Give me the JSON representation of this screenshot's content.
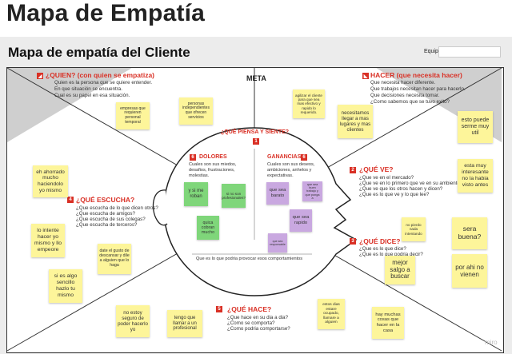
{
  "page_title": "Mapa de Empatía",
  "subtitle": "Mapa de empatía del Cliente",
  "equipo_label": "Equipo",
  "meta_label": "META",
  "watermark": "miro",
  "sections": {
    "quien": {
      "title": "¿QUIEN? (con quien se empatiza)",
      "lines": [
        "Quien es la persona que se quiere entender.",
        "En que situación se encuentra.",
        "Cual es su papel en esa situación."
      ]
    },
    "hacer_top": {
      "title": "HACER (que necesita hacer)",
      "lines": [
        "Que necesita hacer diferente.",
        "Que trabajos necesitan hacer para hacerlo.",
        "Que decisiones necesita tomar.",
        "¿Como sabemos que se tuvo exito?"
      ]
    },
    "piensa": {
      "title": "¿QUÉ PIENSA Y SIENTE?",
      "badge": "1"
    },
    "dolores": {
      "title": "DOLORES",
      "badge": "6",
      "lines": [
        "Cuales son sus miedos,",
        "desafios, frustraciones,",
        "molestias."
      ]
    },
    "ganancias": {
      "title": "GANANCIAS",
      "badge": "6",
      "lines": [
        "Cuales son sus deseos,",
        "ambiciones, anhelos y",
        "expectativas."
      ]
    },
    "ve": {
      "title": "¿QUÉ VE?",
      "badge": "2",
      "lines": [
        "¿Que ve en el mercado?",
        "¿Que ve en lo primero que ve en su ambiente?",
        "¿Que ve que los otros hacen y dicen?",
        "¿Que es lo que ve y lo que lee?"
      ]
    },
    "escucha": {
      "title": "¿QUÉ ESCUCHA?",
      "badge": "4",
      "lines": [
        "¿Que escucha de lo que dicen otros?",
        "¿Que escucha de amigos?",
        "¿Que escucha de sus colegas?",
        "¿Que escucha de terceros?"
      ]
    },
    "dice": {
      "title": "¿QUÉ DICE?",
      "badge": "3",
      "lines": [
        "¿Que es lo que dice?",
        "¿Que es lo que podria decir?"
      ]
    },
    "hace": {
      "title": "¿QUÉ HACE?",
      "badge": "5",
      "lines": [
        "¿Que hace en su dia a dia?",
        "¿Como se comporta?",
        "¿Como podria comportarse?"
      ]
    },
    "comportamientos": "Que es lo que podria provocar esos comportamientos"
  },
  "notes": {
    "n_empresas": "empresas que requieren personal temporal",
    "n_personas": "personas independientes que ofrecen servicios",
    "n_agilizar": "agilizar el cliente para que sea mas efectivo y rapido lo requerido.",
    "n_necesitamos": "necesitamos llegar a mas lugares y mas clientes",
    "n_esto_puede": "esto puede serme muy util",
    "n_esta_muy": "esta muy interesante no la habia visto antes",
    "n_ahorrado": "eh ahorrado mucho haciendolo yo mismo",
    "n_yo_intente": "lo intente hacer yo mismo y llo empeore",
    "n_date": "date el gusto de descansar y dile a alguien que lo haga",
    "n_si_es": "si es algo sencillo hazlo tu mismo",
    "n_y_si_me": "y si me roban",
    "n_si_no": "si no son profesionales?",
    "n_quica": "quica cobran mucho",
    "n_que_sea": "que sea barato",
    "n_que_sea_buen": "que sea buen trabajo y que ponga a",
    "n_rapido": "que sea rapido",
    "n_purple_small": "que sea responsable",
    "n_no_pierdo": "no pierdo nada intentando",
    "n_sera_buena": "sera buena?",
    "n_mejor_salgo": "mejor salgo a buscar",
    "n_por_ahi": "por ahi no vienen",
    "n_no_estoy": "no estoy seguro de poder hacerlo yo",
    "n_tengo_que": "tengo que llamar a un profesional",
    "n_estos_dias": "estos dias estare ocupado, llamare a alguien",
    "n_hay_muchas": "hay muchas cosas que hacer en la casa"
  }
}
